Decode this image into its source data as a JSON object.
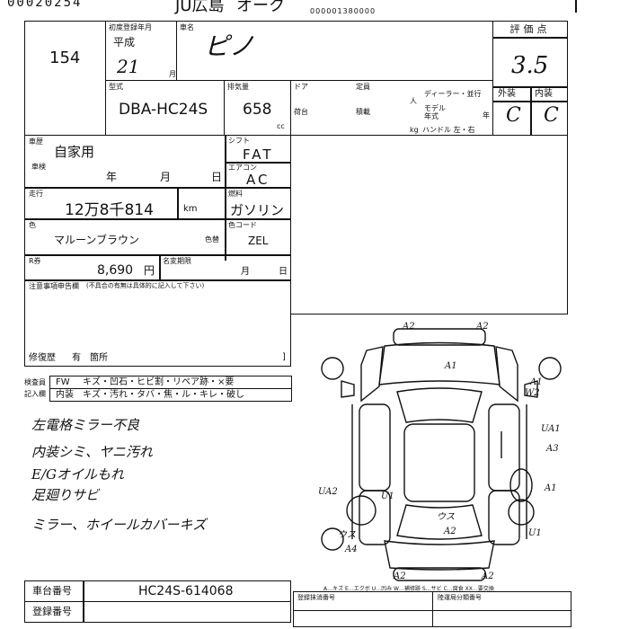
{
  "top": {
    "left_number": "00020254",
    "auction_place": "JU広島",
    "auction_name": "オーク",
    "barcode_number": "000001380000"
  },
  "lot": {
    "number": "154"
  },
  "registration": {
    "label": "初度登録年月",
    "era": "平成",
    "year": "21",
    "month_unit": "月"
  },
  "car": {
    "name_label": "車名",
    "name": "ピノ",
    "model_label": "型式",
    "model": "DBA-HC24S",
    "displacement_label": "排気量",
    "displacement": "658",
    "displacement_unit": "cc"
  },
  "spec_labels": {
    "door": "ドア",
    "capacity": "定員",
    "dealer": "ディーラー・並行",
    "model_year": "モデル年式",
    "year_suffix": "年",
    "handle": "ハンドル 左・右",
    "kg": "kg",
    "load": "積載",
    "cargo": "荷台",
    "person": "人"
  },
  "grades": {
    "score_label": "評価点",
    "score": "3.5",
    "exterior_label": "外装",
    "interior_label": "内装",
    "exterior": "C",
    "interior": "C"
  },
  "vehicle": {
    "use_label": "車歴",
    "use": "自家用",
    "inspection_label": "車検",
    "inspection_year": "年",
    "inspection_month": "月",
    "inspection_day": "日",
    "shift_label": "シフト",
    "shift": "FAT",
    "ac_label": "エアコン",
    "ac": "AC",
    "mileage_label": "走行",
    "mileage": "12万8千814",
    "mileage_unit": "km",
    "fuel_label": "燃料",
    "fuel": "ガソリン",
    "color_label": "色",
    "color": "マルーンブラウン",
    "color_change_label": "色替",
    "color_code_label": "色コード",
    "color_code": "ZEL",
    "recycle_label": "R券",
    "recycle_amount": "8,690",
    "recycle_unit": "円",
    "name_change_label": "名変期限",
    "name_change_month": "月",
    "name_change_day": "日"
  },
  "notice": {
    "label": "注意事項申告欄",
    "sub": "(不具合の有無は具体的に記入して下さい)"
  },
  "repair_history": {
    "label": "修復歴",
    "value": "有",
    "bracket": "箇所"
  },
  "inspector": {
    "label1": "検査員",
    "label2": "記入欄",
    "row1_head": "FW",
    "row1": "キズ・凹石・ヒビ割・リペア跡・×要",
    "row2_head": "内装",
    "row2": "キズ・汚れ・タバ・焦・ル・キレ・破し"
  },
  "handwritten_notes": [
    "左電格ミラー不良",
    "内装シミ、ヤニ汚れ",
    "E/Gオイルもれ",
    "足廻りサビ",
    "ミラー、ホイールカバーキズ"
  ],
  "diagram_marks": [
    "A2",
    "A2",
    "A1",
    "A1",
    "W2",
    "UA1",
    "A3",
    "A1",
    "UA2",
    "U1",
    "ウス",
    "A2",
    "ウス",
    "A4",
    "U1",
    "A2",
    "A2"
  ],
  "diagram_legend": "A…キズ E…エクボ U…凹み W…補修跡 S…サビ C…腐食 XX…要交換",
  "chassis": {
    "label": "車台番号",
    "value": "HC24S-614068"
  },
  "registration_number": {
    "label": "登録番号"
  },
  "bottom_small": {
    "label1": "登録抹消番号",
    "label2": "陸運局分類番号"
  }
}
